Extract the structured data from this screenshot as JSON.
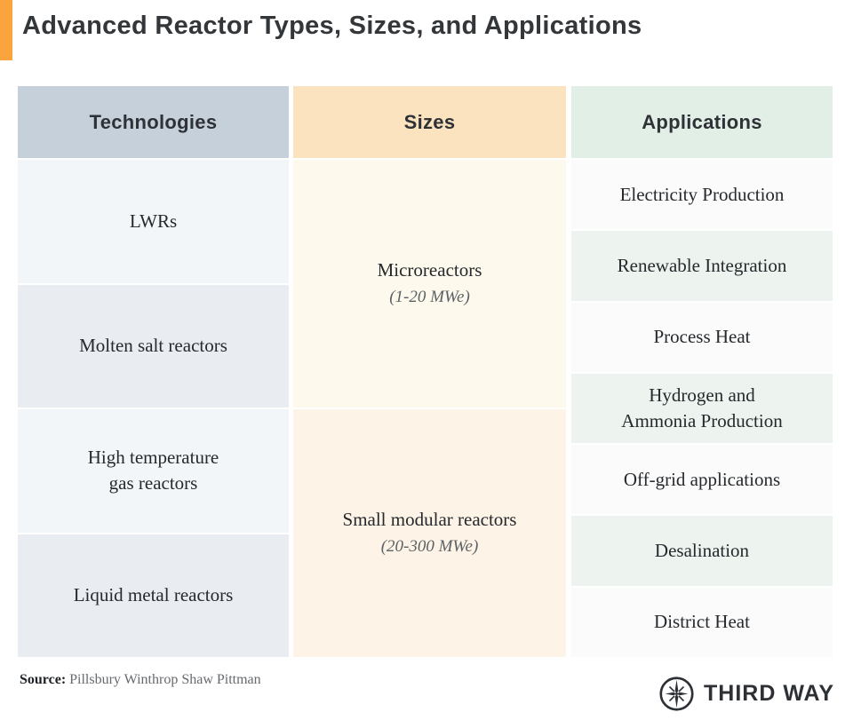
{
  "title": "Advanced Reactor Types, Sizes, and Applications",
  "colors": {
    "accent_orange": "#F9A43D",
    "technologies_header_bg": "#c6d0da",
    "sizes_header_bg": "#fce3c0",
    "applications_header_bg": "#e2efe7"
  },
  "table": {
    "columns": [
      {
        "header": "Technologies",
        "rows": [
          {
            "label": "LWRs"
          },
          {
            "label": "Molten salt reactors"
          },
          {
            "label": "High temperature\ngas reactors"
          },
          {
            "label": "Liquid metal reactors"
          }
        ]
      },
      {
        "header": "Sizes",
        "rows": [
          {
            "label": "Microreactors",
            "sub": "(1-20 MWe)"
          },
          {
            "label": "Small modular reactors",
            "sub": "(20-300 MWe)"
          }
        ]
      },
      {
        "header": "Applications",
        "rows": [
          {
            "label": "Electricity Production"
          },
          {
            "label": "Renewable Integration"
          },
          {
            "label": "Process Heat"
          },
          {
            "label": "Hydrogen and\nAmmonia Production"
          },
          {
            "label": "Off-grid applications"
          },
          {
            "label": "Desalination"
          },
          {
            "label": "District Heat"
          }
        ]
      }
    ]
  },
  "footer": {
    "source_label": "Source:",
    "source_text": " Pillsbury Winthrop Shaw Pittman",
    "logo_text": "THIRD WAY"
  },
  "chart_data": {
    "type": "table",
    "title": "Advanced Reactor Types, Sizes, and Applications",
    "columns": [
      "Technologies",
      "Sizes",
      "Applications"
    ],
    "technologies": [
      "LWRs",
      "Molten salt reactors",
      "High temperature gas reactors",
      "Liquid metal reactors"
    ],
    "sizes": [
      {
        "name": "Microreactors",
        "range_mwe": "1-20 MWe"
      },
      {
        "name": "Small modular reactors",
        "range_mwe": "20-300 MWe"
      }
    ],
    "applications": [
      "Electricity Production",
      "Renewable Integration",
      "Process Heat",
      "Hydrogen and Ammonia Production",
      "Off-grid applications",
      "Desalination",
      "District Heat"
    ],
    "source": "Pillsbury Winthrop Shaw Pittman",
    "brand": "THIRD WAY"
  }
}
